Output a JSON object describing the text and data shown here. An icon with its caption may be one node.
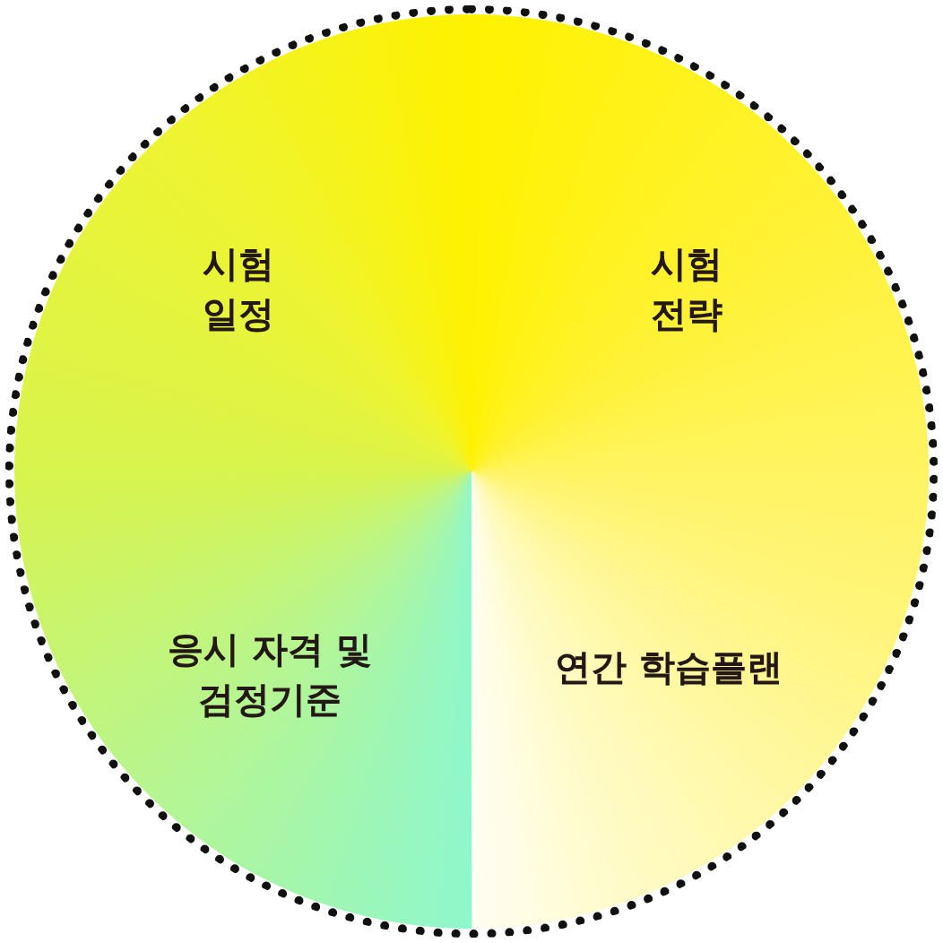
{
  "diagram": {
    "nodes": [
      {
        "text": [],
        "shape": "circle"
      },
      {
        "text": [
          "시험 일정"
        ],
        "in": 0
      },
      {
        "text": [
          "시험 전략"
        ],
        "in": 0
      },
      {
        "text": [
          "응시 자격 및 검정기준"
        ],
        "in": 0
      },
      {
        "text": [
          "연간 학습플랜"
        ],
        "in": 0
      }
    ]
  }
}
